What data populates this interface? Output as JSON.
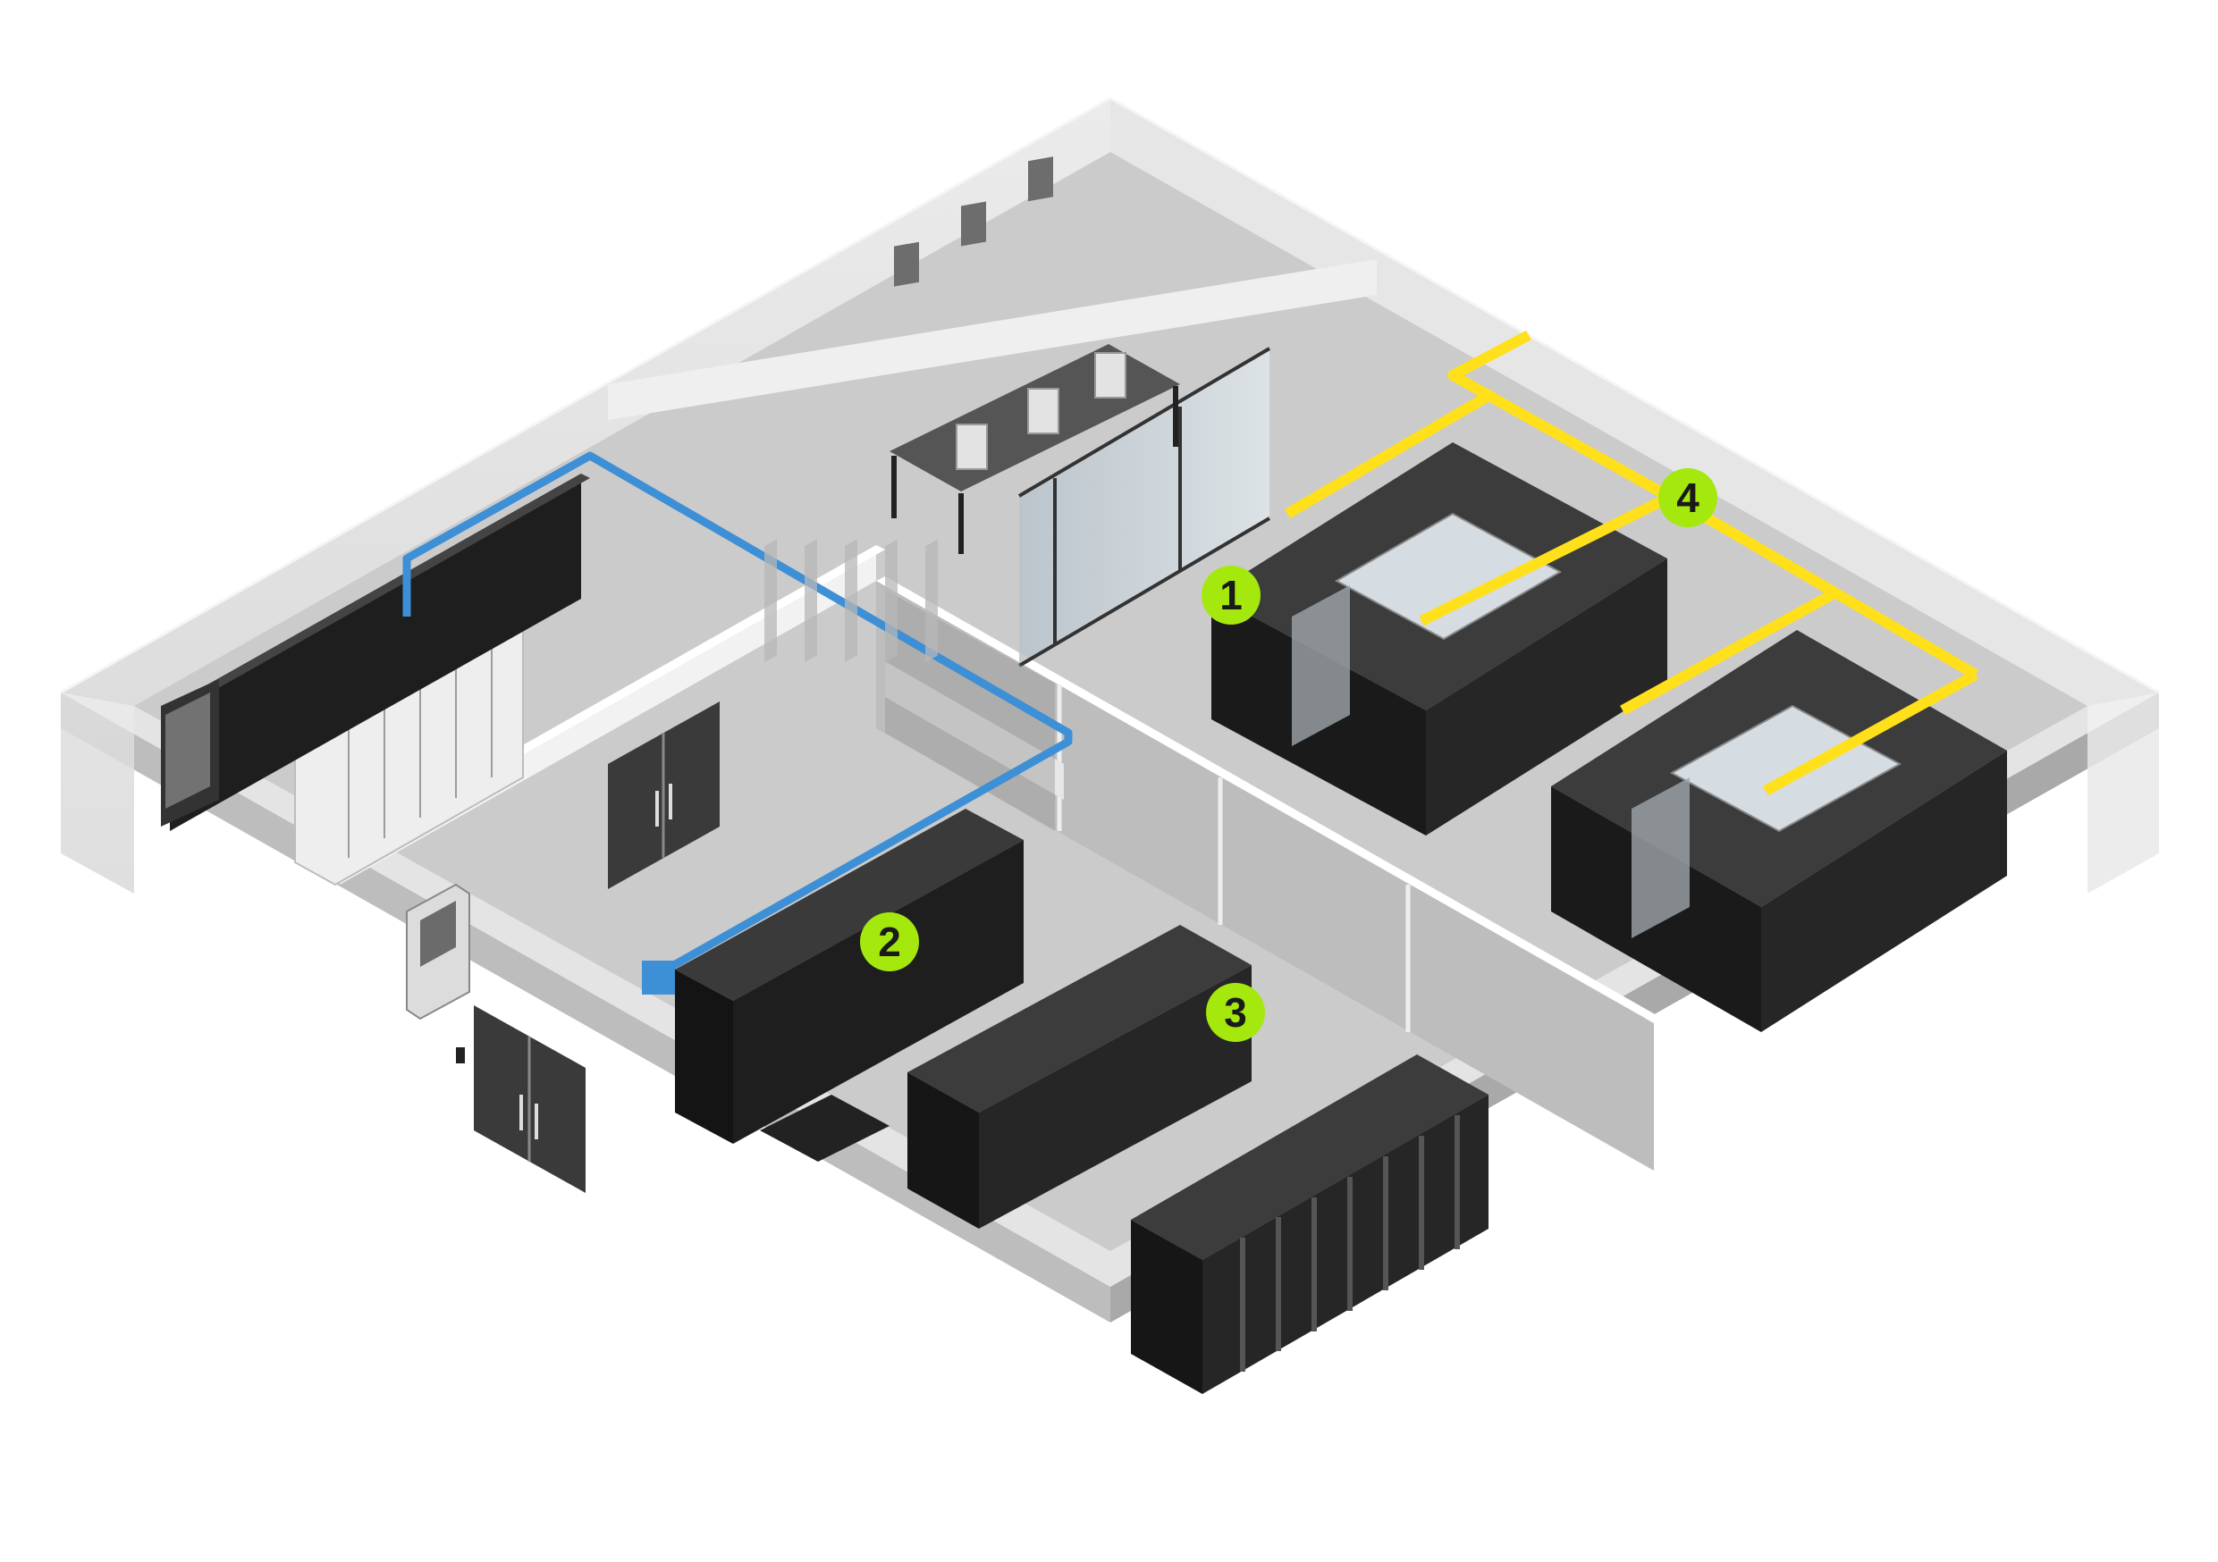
{
  "markers": [
    {
      "label": "1",
      "color": "#a4e80e"
    },
    {
      "label": "2",
      "color": "#a4e80e"
    },
    {
      "label": "3",
      "color": "#a4e80e"
    },
    {
      "label": "4",
      "color": "#a4e80e"
    }
  ],
  "colors": {
    "floor": "#cdcdcd",
    "wall": "#e4e4e4",
    "rack": "#232323",
    "rack_side": "#141414",
    "cooling_pipe": "#ffe01a",
    "air_duct": "#3d8fd6",
    "glass": "#c9d3da"
  }
}
